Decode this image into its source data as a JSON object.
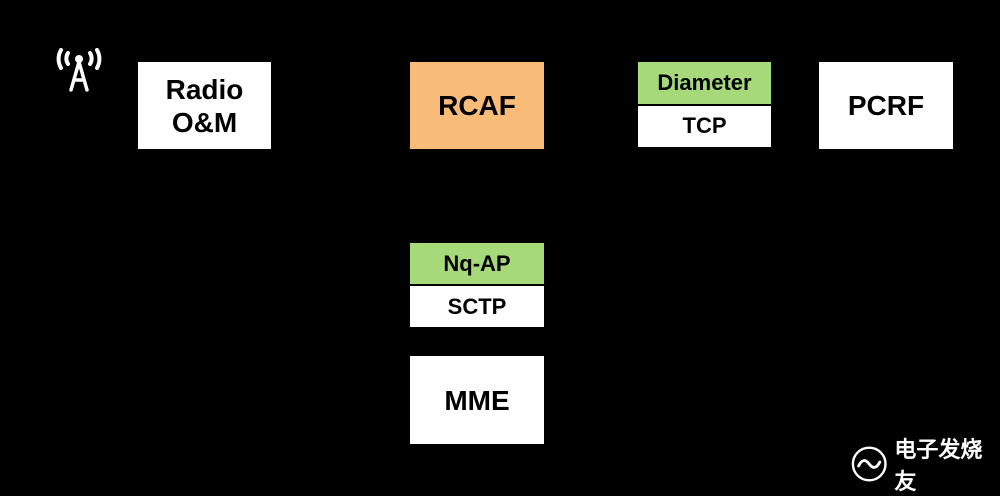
{
  "nodes": {
    "radio_om": "Radio\nO&M",
    "rcaf": "RCAF",
    "pcrf": "PCRF",
    "mme": "MME"
  },
  "stacks": {
    "diameter": {
      "top": "Diameter",
      "bottom": "TCP"
    },
    "nq_ap": {
      "top": "Nq-AP",
      "bottom": "SCTP"
    }
  },
  "colors": {
    "background": "#000000",
    "box": "#ffffff",
    "rcaf": "#f9bc78",
    "protocol": "#a6d97a"
  },
  "watermark": {
    "text": "电子发烧友"
  }
}
